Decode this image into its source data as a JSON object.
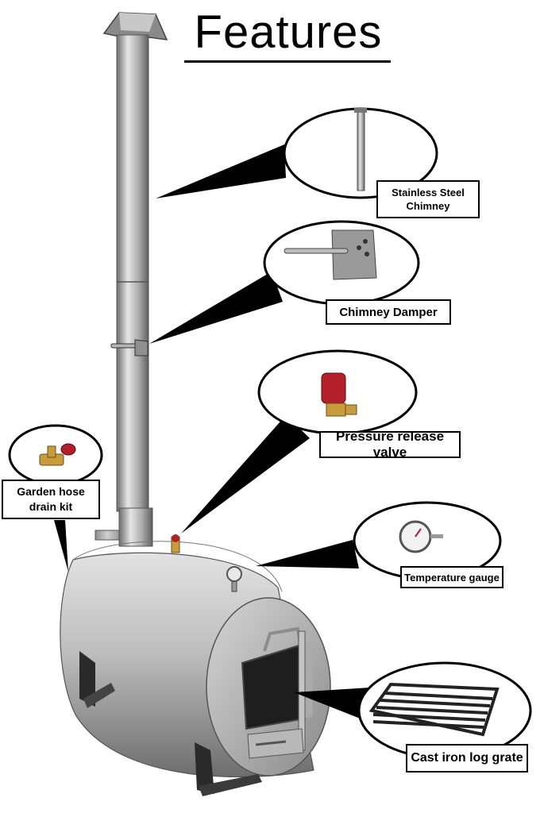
{
  "header": {
    "title": "Features"
  },
  "callouts": {
    "chimney": "Stainless Steel\nChimney",
    "damper": "Chimney Damper",
    "valve": "Pressure release valve",
    "hose": "Garden hose\ndrain kit",
    "gauge": "Temperature gauge",
    "grate": "Cast iron log grate"
  },
  "colors": {
    "steel_light": "#d9d9d9",
    "steel_dark": "#7a7a7a",
    "valve_red": "#b3202a",
    "brass": "#c89b3c",
    "outline": "#000000"
  }
}
